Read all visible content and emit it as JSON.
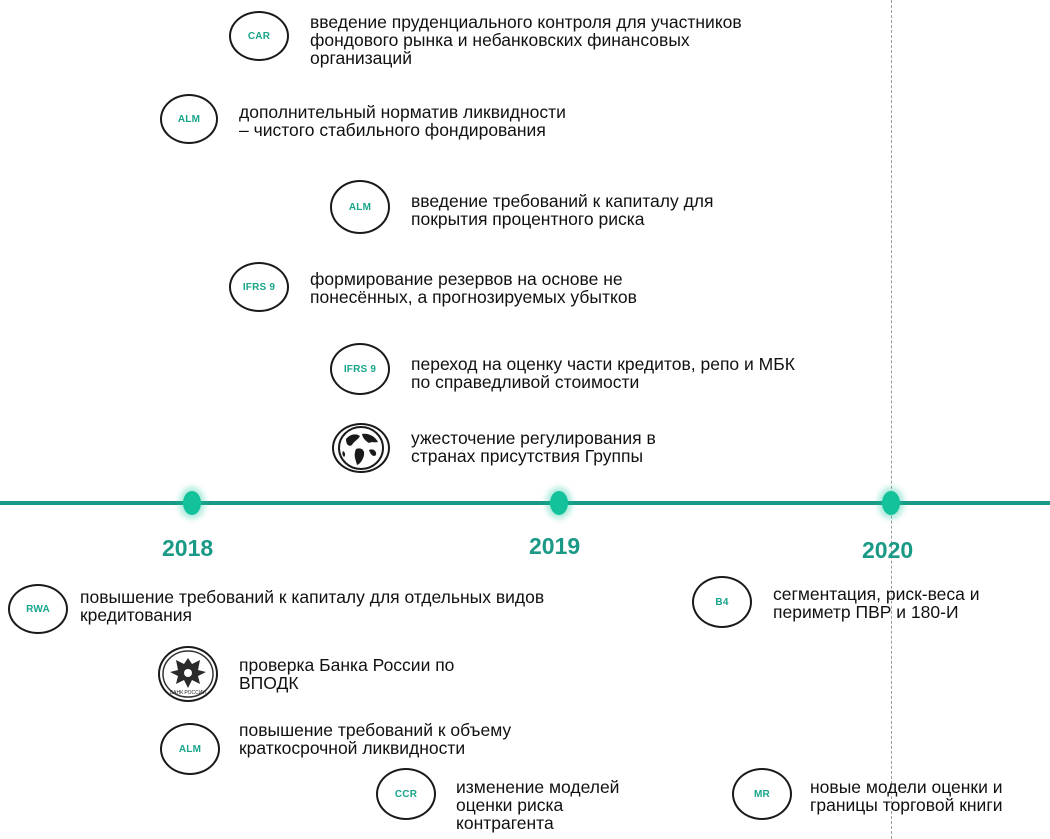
{
  "colors": {
    "accent": "#1a9a86",
    "badge_text": "#17a58a",
    "timeline_dot": "#13c29a",
    "text": "#111111",
    "circle_border": "#1a1a1a"
  },
  "timeline": {
    "years": [
      "2018",
      "2019",
      "2020"
    ]
  },
  "above": [
    {
      "badge": "CAR",
      "text": "введение пруденциального контроля для участников\nфондового рынка и небанковских финансовых\nорганизаций"
    },
    {
      "badge": "ALM",
      "text": "дополнительный норматив ликвидности\n– чистого стабильного фондирования"
    },
    {
      "badge": "ALM",
      "text": "введение требований к капиталу для\nпокрытия процентного риска"
    },
    {
      "badge": "IFRS 9",
      "text": "формирование резервов на основе не\nпонесённых, а прогнозируемых убытков"
    },
    {
      "badge": "IFRS 9",
      "text": "переход на оценку части кредитов, репо и МБК\nпо справедливой стоимости"
    },
    {
      "icon": "globe-icon",
      "text": "ужесточение регулирования в\nстранах присутствия Группы"
    }
  ],
  "below": [
    {
      "badge": "RWA",
      "text": "повышение требований к капиталу для отдельных видов\nкредитования"
    },
    {
      "badge": "B4",
      "text": "сегментация, риск-веса и\nпериметр ПВР и 180-И"
    },
    {
      "icon": "bank-of-russia-emblem-icon",
      "text": "проверка Банка России по\nВПОДК",
      "emblem_text": "БАНК РОССИИ"
    },
    {
      "badge": "ALM",
      "text": "повышение требований к объему\nкраткосрочной ликвидности"
    },
    {
      "badge": "CCR",
      "text": "изменение моделей\nоценки риска\nконтрагента"
    },
    {
      "badge": "MR",
      "text": "новые модели оценки и\nграницы торговой книги"
    }
  ]
}
